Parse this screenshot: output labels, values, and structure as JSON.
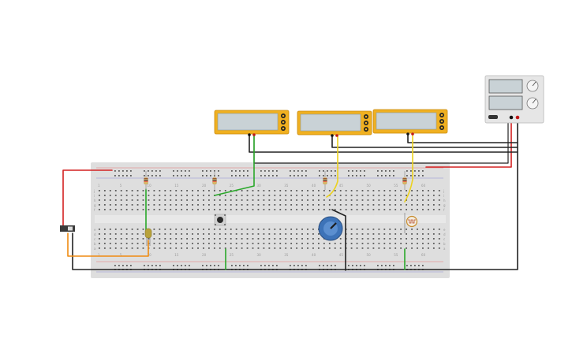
{
  "colors": {
    "breadboard": "#dedede",
    "hole": "#5a5a5a",
    "rail_red": "#e84848",
    "rail_blue": "#6b6bd8",
    "multimeter_body": "#f0b020",
    "multimeter_lcd": "#c9d2d6",
    "psu_body": "#e6e6e6",
    "wire_red": "#d42020",
    "wire_black": "#222222",
    "wire_green": "#2aa82a",
    "wire_yellow": "#ecd21e",
    "wire_orange": "#ef8a10",
    "potentiometer": "#3d73b8"
  },
  "breadboard": {
    "row_letters_left": [
      "j",
      "i",
      "h",
      "g",
      "f",
      "e",
      "d",
      "c",
      "b",
      "a"
    ],
    "column_markers": [
      "1",
      "5",
      "10",
      "15",
      "20",
      "25",
      "30",
      "35",
      "40",
      "45",
      "50",
      "55",
      "60"
    ]
  },
  "components": {
    "multimeters": [
      {
        "name": "multimeter-1",
        "icon": "multimeter-icon"
      },
      {
        "name": "multimeter-2",
        "icon": "multimeter-icon"
      },
      {
        "name": "multimeter-3",
        "icon": "multimeter-icon"
      }
    ],
    "power_supply": {
      "icon": "power-supply-icon"
    },
    "resistors": 4,
    "led": {
      "icon": "led-icon"
    },
    "pushbutton": {
      "icon": "pushbutton-icon"
    },
    "potentiometer": {
      "icon": "potentiometer-icon"
    },
    "photoresistor": {
      "icon": "photoresistor-icon"
    },
    "slide_switch": {
      "icon": "slide-switch-icon"
    }
  }
}
